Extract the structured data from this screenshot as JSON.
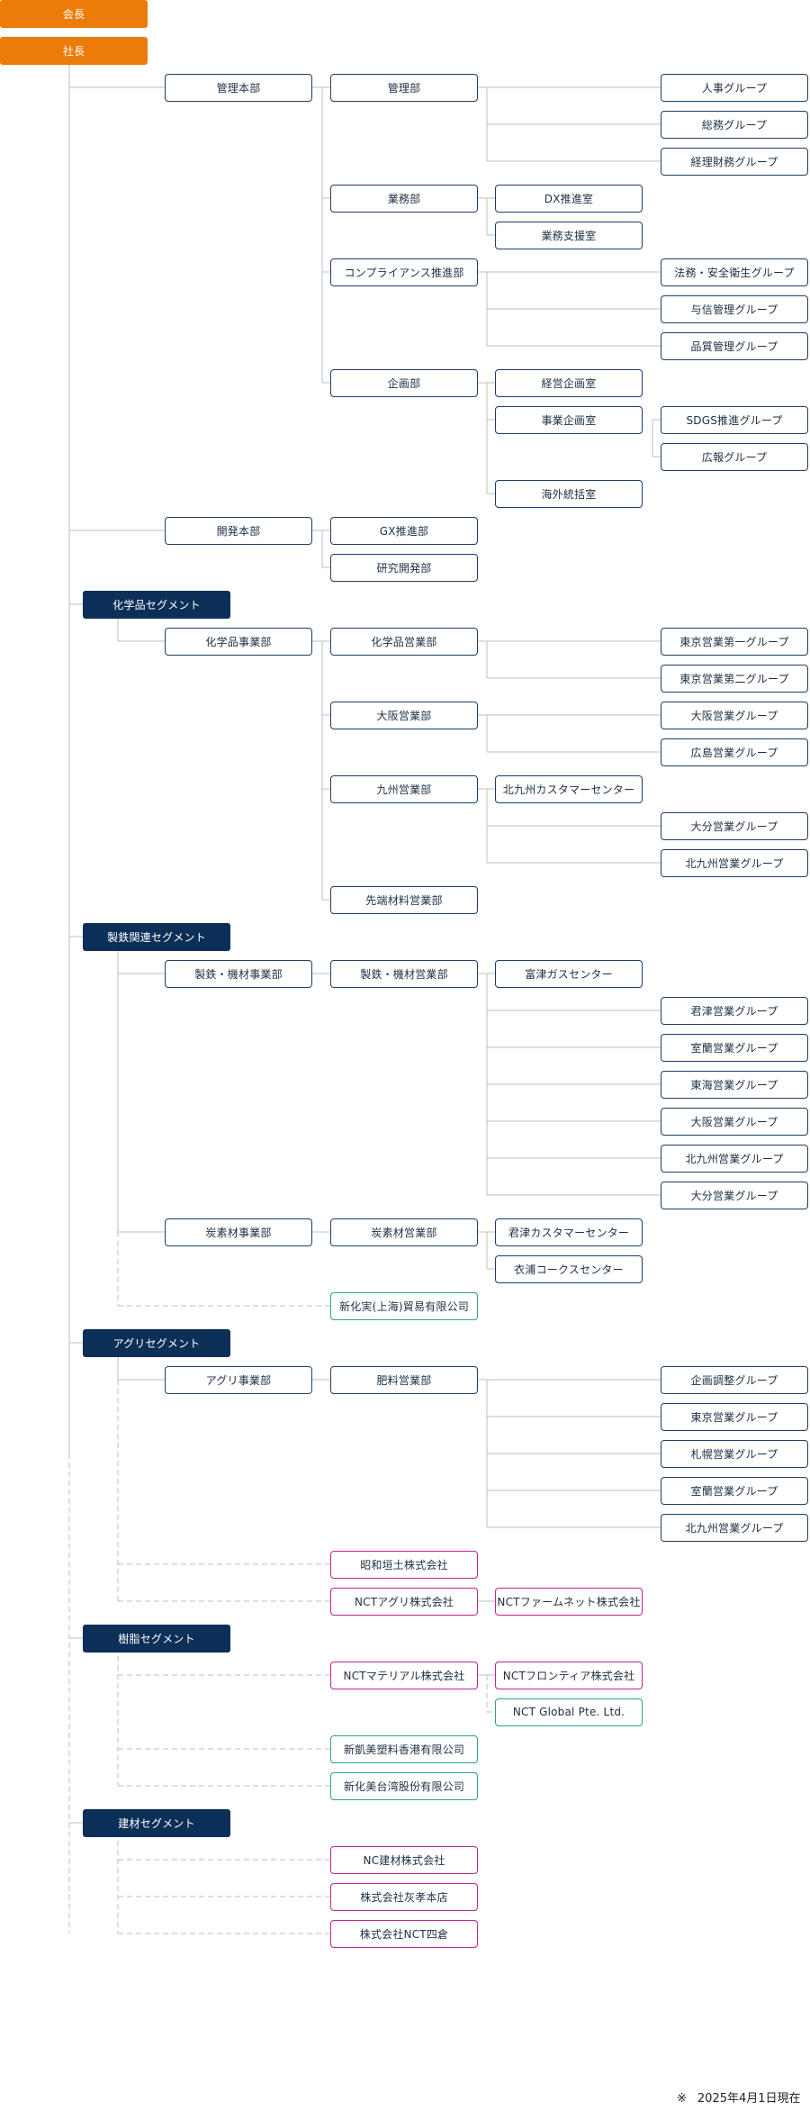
{
  "footnote": {
    "mark": "※",
    "text": "2025年4月1日現在"
  },
  "colors": {
    "chairman": "#ec7b08",
    "segment": "#0c2f58",
    "department": "#1e3e66",
    "overseas_affiliate": "#2f9e93",
    "domestic_affiliate": "#c2238c",
    "connector": "#c9c9c9"
  },
  "chart_data": {
    "type": "org_chart",
    "top": [
      {
        "label": "会長",
        "kind": "orange"
      },
      {
        "label": "社長",
        "kind": "orange"
      }
    ],
    "groups": [
      {
        "id": "management",
        "label": "",
        "units": [
          {
            "label": "管理本部",
            "children": [
              {
                "label": "管理部",
                "children": [
                  {
                    "label": "人事グループ"
                  },
                  {
                    "label": "総務グループ"
                  },
                  {
                    "label": "経理財務グループ"
                  }
                ]
              },
              {
                "label": "業務部",
                "children": [
                  {
                    "label": "DX推進室"
                  },
                  {
                    "label": "業務支援室"
                  }
                ]
              },
              {
                "label": "コンプライアンス推進部",
                "children": [
                  {
                    "label": "法務・安全衛生グループ"
                  },
                  {
                    "label": "与信管理グループ"
                  },
                  {
                    "label": "品質管理グループ"
                  }
                ]
              },
              {
                "label": "企画部",
                "children": [
                  {
                    "label": "経営企画室"
                  },
                  {
                    "label": "事業企画室",
                    "children": [
                      {
                        "label": "SDGS推進グループ"
                      },
                      {
                        "label": "広報グループ"
                      }
                    ]
                  },
                  {
                    "label": "海外統括室"
                  }
                ]
              }
            ]
          },
          {
            "label": "開発本部",
            "children": [
              {
                "label": "GX推進部"
              },
              {
                "label": "研究開発部"
              }
            ]
          }
        ]
      },
      {
        "id": "chemical",
        "label": "化学品セグメント",
        "units": [
          {
            "label": "化学品事業部",
            "children": [
              {
                "label": "化学品営業部",
                "children": [
                  {
                    "label": "東京営業第一グループ"
                  },
                  {
                    "label": "東京営業第二グループ"
                  }
                ]
              },
              {
                "label": "大阪営業部",
                "children": [
                  {
                    "label": "大阪営業グループ"
                  },
                  {
                    "label": "広島営業グループ"
                  }
                ]
              },
              {
                "label": "九州営業部",
                "children": [
                  {
                    "label": "北九州カスタマーセンター"
                  },
                  {
                    "label": "大分営業グループ"
                  },
                  {
                    "label": "北九州営業グループ"
                  }
                ]
              },
              {
                "label": "先端材料営業部"
              }
            ]
          }
        ]
      },
      {
        "id": "steel",
        "label": "製鉄関連セグメント",
        "units": [
          {
            "label": "製鉄・機材事業部",
            "children": [
              {
                "label": "製鉄・機材営業部",
                "children": [
                  {
                    "label": "富津ガスセンター"
                  },
                  {
                    "label": "君津営業グループ"
                  },
                  {
                    "label": "室蘭営業グループ"
                  },
                  {
                    "label": "東海営業グループ"
                  },
                  {
                    "label": "大阪営業グループ"
                  },
                  {
                    "label": "北九州営業グループ"
                  },
                  {
                    "label": "大分営業グループ"
                  }
                ]
              }
            ]
          },
          {
            "label": "炭素材事業部",
            "children": [
              {
                "label": "炭素材営業部",
                "children": [
                  {
                    "label": "君津カスタマーセンター"
                  },
                  {
                    "label": "衣浦コークスセンター"
                  }
                ]
              }
            ]
          },
          {
            "label": "新化実(上海)貿易有限公司",
            "kind": "teal",
            "affiliate": true
          }
        ]
      },
      {
        "id": "agri",
        "label": "アグリセグメント",
        "units": [
          {
            "label": "アグリ事業部",
            "children": [
              {
                "label": "肥料営業部",
                "children": [
                  {
                    "label": "企画調整グループ"
                  },
                  {
                    "label": "東京営業グループ"
                  },
                  {
                    "label": "札幌営業グループ"
                  },
                  {
                    "label": "室蘭営業グループ"
                  },
                  {
                    "label": "北九州営業グループ"
                  }
                ]
              }
            ]
          },
          {
            "label": "昭和垣土株式会社",
            "kind": "magenta",
            "affiliate": true
          },
          {
            "label": "NCTアグリ株式会社",
            "kind": "magenta",
            "affiliate": true,
            "children": [
              {
                "label": "NCTファームネット株式会社",
                "kind": "magenta"
              }
            ]
          }
        ]
      },
      {
        "id": "resin",
        "label": "樹脂セグメント",
        "units": [
          {
            "label": "NCTマテリアル株式会社",
            "kind": "magenta",
            "affiliate": true,
            "children": [
              {
                "label": "NCTフロンティア株式会社",
                "kind": "magenta"
              },
              {
                "label": "NCT Global Pte. Ltd.",
                "kind": "teal"
              }
            ]
          },
          {
            "label": "新凱美塑料香港有限公司",
            "kind": "teal",
            "affiliate": true
          },
          {
            "label": "新化美台湾股份有限公司",
            "kind": "teal",
            "affiliate": true
          }
        ]
      },
      {
        "id": "building",
        "label": "建材セグメント",
        "units": [
          {
            "label": "NC建材株式会社",
            "kind": "magenta",
            "affiliate": true
          },
          {
            "label": "株式会社灰孝本店",
            "kind": "magenta",
            "affiliate": true
          },
          {
            "label": "株式会社NCT四倉",
            "kind": "magenta",
            "affiliate": true
          }
        ]
      }
    ]
  }
}
